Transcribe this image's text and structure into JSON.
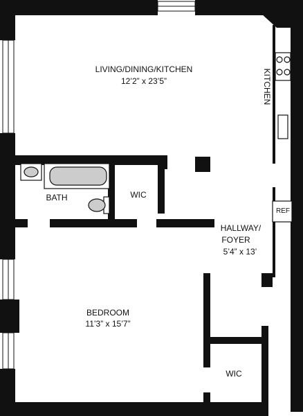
{
  "rooms": {
    "living": {
      "name": "LIVING/DINING/KITCHEN",
      "dims": "12’2” x 23’5”"
    },
    "kitchen": {
      "name": "KITCHEN"
    },
    "bath": {
      "name": "BATH"
    },
    "wic_upper": {
      "name": "WIC"
    },
    "hallway": {
      "name_line1": "HALLWAY/",
      "name_line2": "FOYER",
      "dims": "5’4” x 13’"
    },
    "bedroom": {
      "name": "BEDROOM",
      "dims": "11’3” x 15’7”"
    },
    "wic_lower": {
      "name": "WIC"
    },
    "ref": {
      "name": "REF"
    }
  },
  "colors": {
    "wall": "#111111",
    "fixture_fill": "#cccccc",
    "background": "#ffffff"
  }
}
